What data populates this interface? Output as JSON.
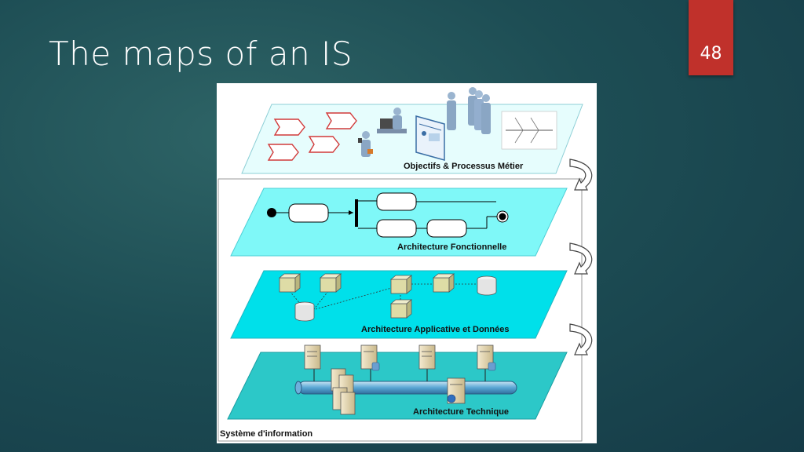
{
  "slide": {
    "title": "The maps of an IS",
    "page_number": "48"
  },
  "diagram": {
    "layers": [
      {
        "label": "Objectifs & Processus Métier"
      },
      {
        "label": "Architecture Fonctionnelle"
      },
      {
        "label": "Architecture Applicative et Données"
      },
      {
        "label": "Architecture Technique"
      }
    ],
    "container_label": "Système d'information"
  },
  "colors": {
    "badge": "#c0312b",
    "layer_light": "#e6fdfd",
    "layer_cyan": "#7ff8f8",
    "layer_bright": "#00e0ea",
    "layer_teal": "#2cc8c8"
  }
}
